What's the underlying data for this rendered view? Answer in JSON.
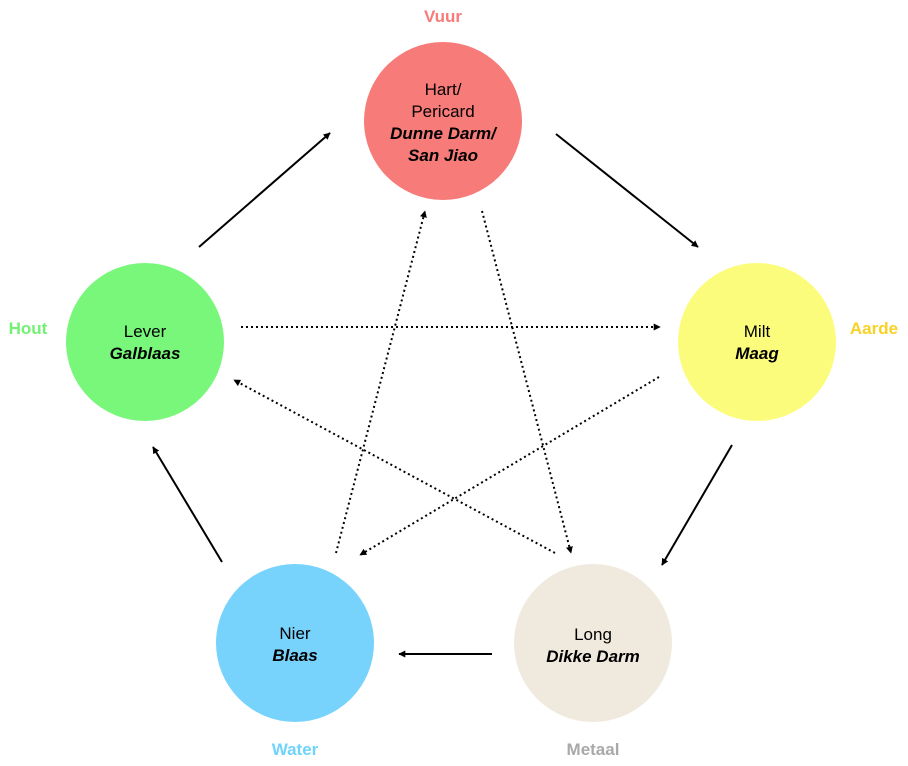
{
  "elements": {
    "fire": {
      "label": "Vuur",
      "color": "#F77B78",
      "label_color": "#F77B78",
      "organ_lines": [
        "Hart/",
        "Pericard"
      ],
      "paired_lines": [
        "Dunne Darm/",
        "San Jiao"
      ]
    },
    "earth": {
      "label": "Aarde",
      "color": "#FCFC7C",
      "label_color": "#F7D226",
      "organ_lines": [
        "Milt"
      ],
      "paired_lines": [
        "Maag"
      ]
    },
    "metal": {
      "label": "Metaal",
      "color": "#EFEADD",
      "label_color": "#A9A9A9",
      "organ_lines": [
        "Long"
      ],
      "paired_lines": [
        "Dikke Darm"
      ]
    },
    "water": {
      "label": "Water",
      "color": "#78D3FC",
      "label_color": "#6FD3FC",
      "organ_lines": [
        "Nier"
      ],
      "paired_lines": [
        "Blaas"
      ]
    },
    "wood": {
      "label": "Hout",
      "color": "#78F77A",
      "label_color": "#72F272",
      "organ_lines": [
        "Lever"
      ],
      "paired_lines": [
        "Galblaas"
      ]
    }
  },
  "generating_cycle": [
    [
      "wood",
      "fire"
    ],
    [
      "fire",
      "earth"
    ],
    [
      "earth",
      "metal"
    ],
    [
      "metal",
      "water"
    ],
    [
      "water",
      "wood"
    ]
  ],
  "controlling_cycle": [
    [
      "wood",
      "earth"
    ],
    [
      "earth",
      "water"
    ],
    [
      "water",
      "fire"
    ],
    [
      "fire",
      "metal"
    ],
    [
      "metal",
      "wood"
    ]
  ]
}
